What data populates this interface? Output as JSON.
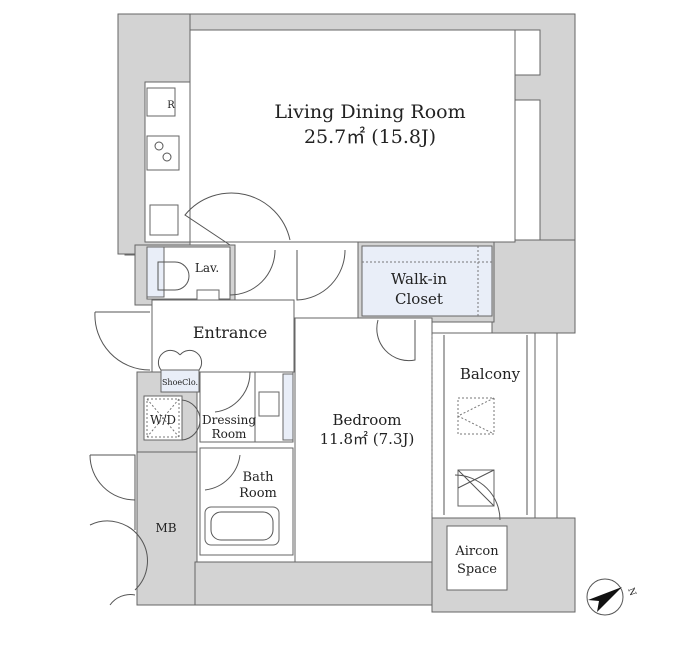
{
  "rooms": {
    "living": {
      "name": "Living Dining Room",
      "area": "25.7㎡ (15.8J)"
    },
    "bedroom": {
      "name": "Bedroom",
      "area": "11.8㎡ (7.3J)"
    },
    "walkin_closet": {
      "line1": "Walk-in",
      "line2": "Closet"
    },
    "balcony": "Balcony",
    "entrance": "Entrance",
    "lavatory": "Lav.",
    "shoe_closet": "ShoeClo.",
    "washer_dryer": "W/D",
    "dressing_room": {
      "line1": "Dressing",
      "line2": "Room"
    },
    "bath_room": {
      "line1": "Bath",
      "line2": "Room"
    },
    "meter_box": "MB",
    "aircon_space": {
      "line1": "Aircon",
      "line2": "Space"
    },
    "refrigerator": "R"
  },
  "compass": {
    "label": "N"
  }
}
